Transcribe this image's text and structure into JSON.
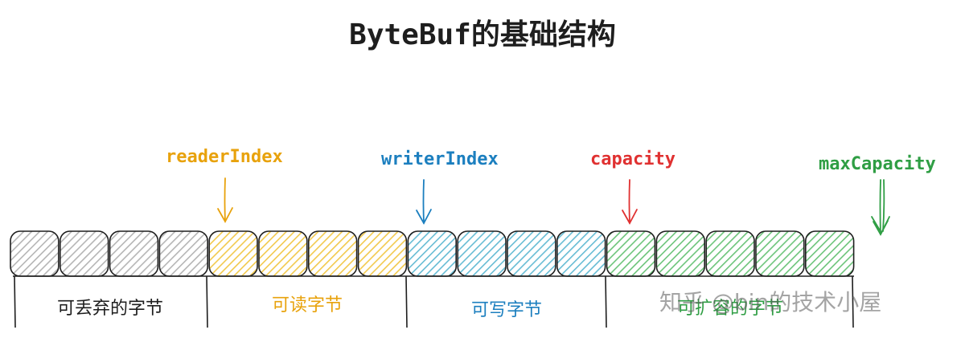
{
  "title": "ByteBuf的基础结构",
  "indices": [
    {
      "key": "reader",
      "label": "readerIndex",
      "color": "#e8a20c"
    },
    {
      "key": "writer",
      "label": "writerIndex",
      "color": "#1c7fbf"
    },
    {
      "key": "capacity",
      "label": "capacity",
      "color": "#e03131"
    },
    {
      "key": "max",
      "label": "maxCapacity",
      "color": "#2f9e44"
    }
  ],
  "segments": [
    {
      "label": "可丢弃的字节",
      "color": "#1e1e1e",
      "fill": "#b5b5b5",
      "cells": 4
    },
    {
      "label": "可读字节",
      "color": "#e8a20c",
      "fill": "#f2c94c",
      "cells": 4
    },
    {
      "label": "可写字节",
      "color": "#1c7fbf",
      "fill": "#66bcd4",
      "cells": 4
    },
    {
      "label": "可扩容的字节",
      "color": "#2f9e44",
      "fill": "#6cc47a",
      "cells": 5
    }
  ],
  "watermark": "知乎 @bin的技术小屋"
}
